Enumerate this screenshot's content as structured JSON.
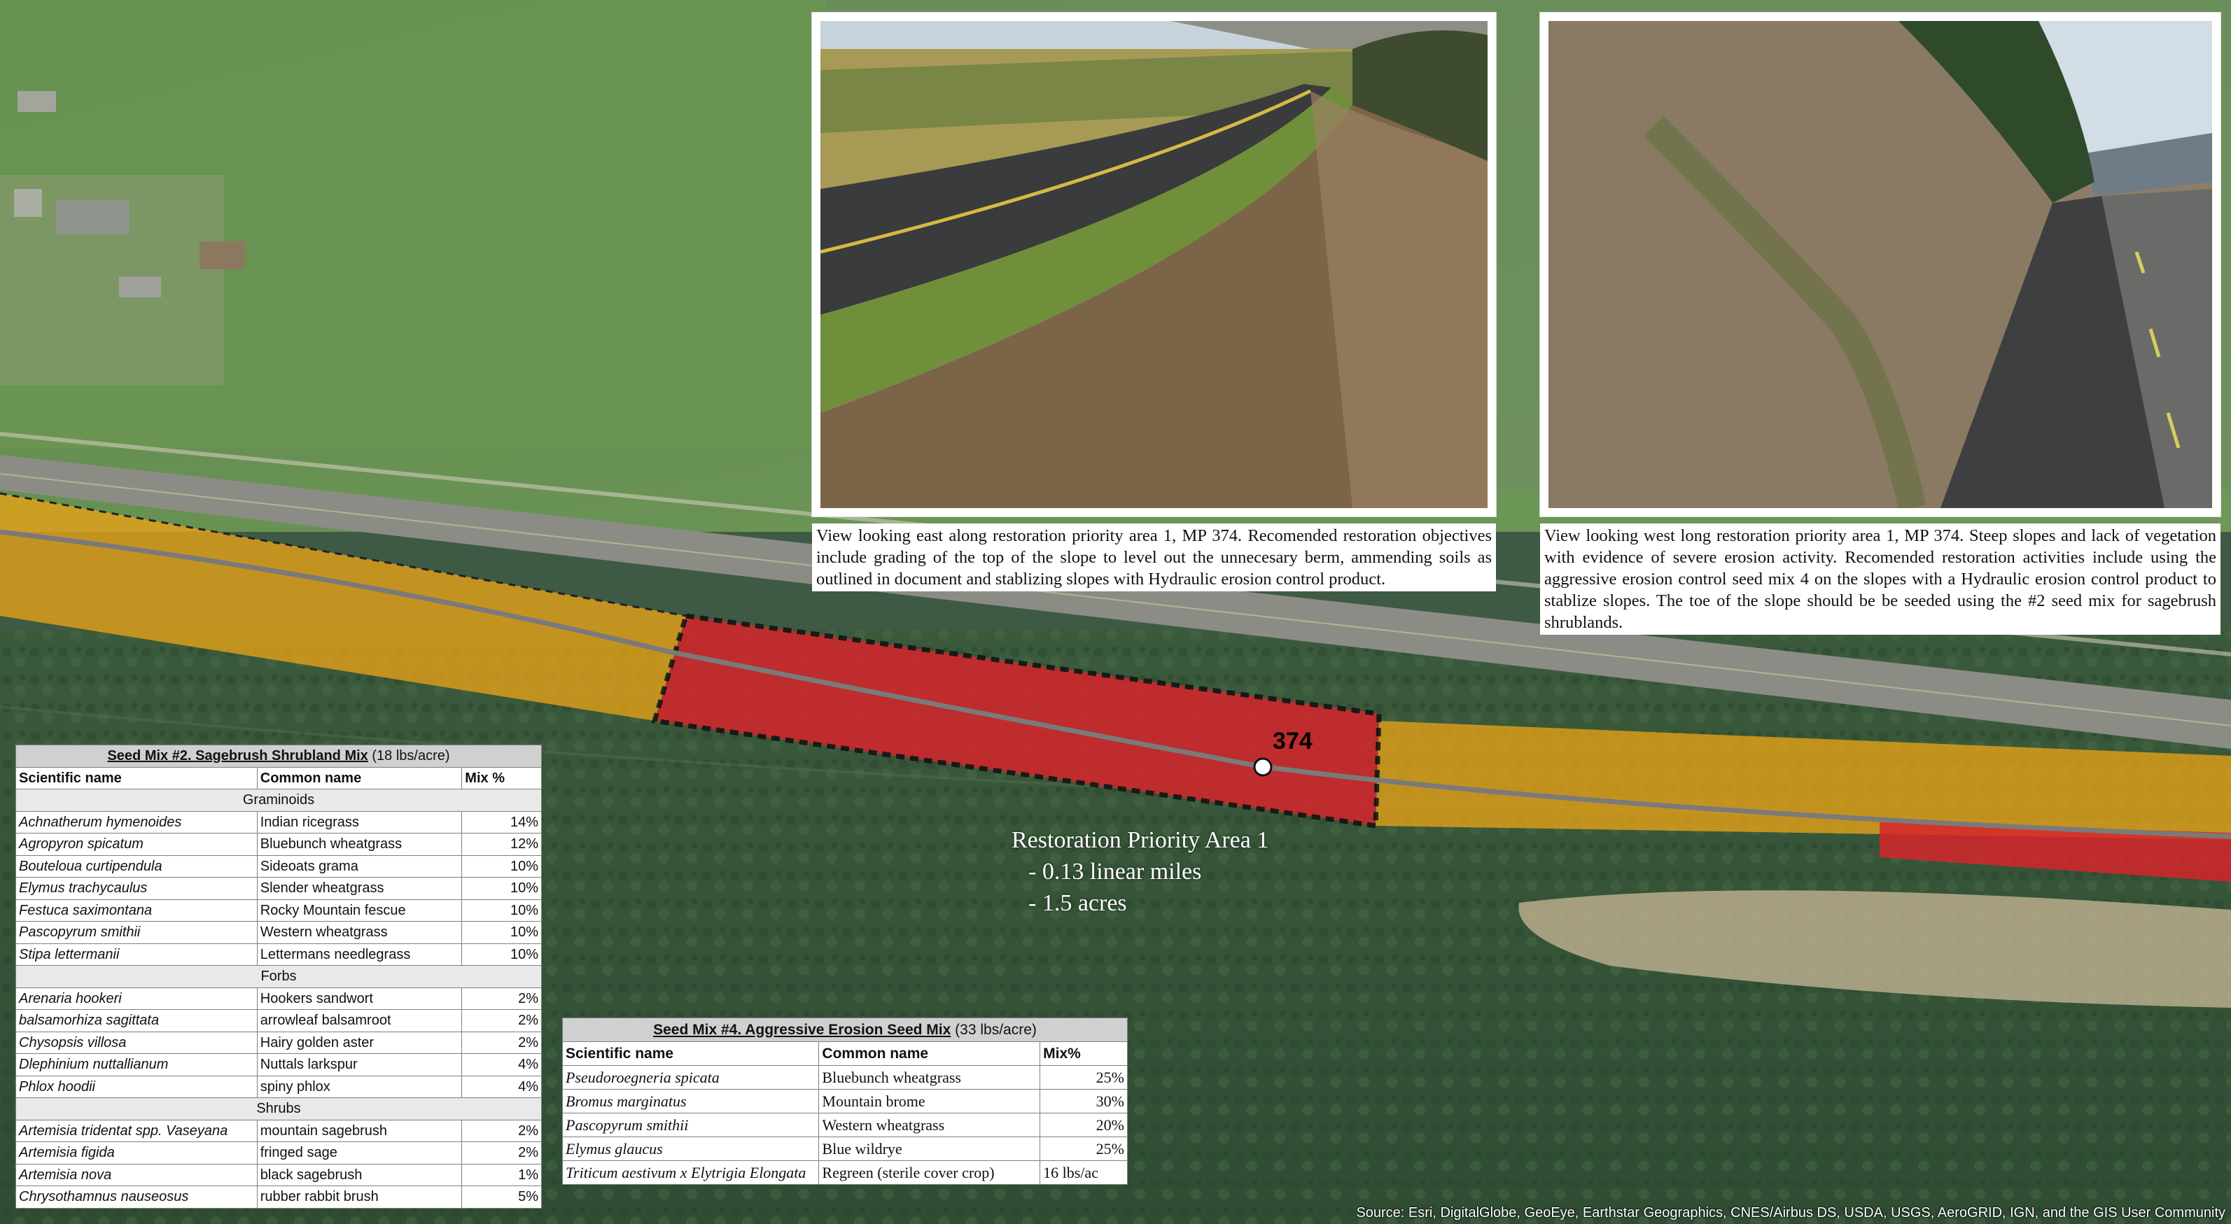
{
  "photos": [
    {
      "caption": "View looking east along restoration priority area 1, MP 374. Recomended restoration objectives include grading of the top of the slope to level out the unnecesary berm, ammending soils as outlined in document and stablizing slopes with Hydraulic erosion control product."
    },
    {
      "caption": "View looking west long restoration priority area 1, MP 374. Steep slopes and lack of vegetation with evidence of severe erosion activity. Recomended restoration activities include using the aggressive erosion control seed mix 4 on the slopes with a Hydraulic erosion control product to stablize slopes. The toe of the slope should be be seeded using the #2 seed mix for sagebrush shrublands."
    }
  ],
  "map": {
    "milepost_label": "374",
    "area_title": "Restoration Priority Area 1",
    "area_lines": [
      "- 0.13 linear miles",
      "- 1.5 acres"
    ],
    "source": "Source: Esri, DigitalGlobe, GeoEye, Earthstar Geographics, CNES/Airbus DS, USDA, USGS, AeroGRID, IGN, and the GIS User Community",
    "colors": {
      "priority_high": "#d6252b",
      "priority_zone": "#e8a317",
      "route_line": "#7a7a7a"
    }
  },
  "seed_mix_2": {
    "title": "Seed Mix #2. Sagebrush Shrubland Mix",
    "rate": "(18 lbs/acre)",
    "headers": [
      "Scientific name",
      "Common name",
      "Mix %"
    ],
    "groups": [
      {
        "name": "Graminoids",
        "rows": [
          [
            "Achnatherum hymenoides",
            "Indian ricegrass",
            "14%"
          ],
          [
            "Agropyron spicatum",
            "Bluebunch wheatgrass",
            "12%"
          ],
          [
            "Bouteloua curtipendula",
            "Sideoats grama",
            "10%"
          ],
          [
            "Elymus trachycaulus",
            "Slender wheatgrass",
            "10%"
          ],
          [
            "Festuca saximontana",
            "Rocky Mountain fescue",
            "10%"
          ],
          [
            "Pascopyrum smithii",
            "Western wheatgrass",
            "10%"
          ],
          [
            "Stipa lettermanii",
            "Lettermans needlegrass",
            "10%"
          ]
        ]
      },
      {
        "name": "Forbs",
        "rows": [
          [
            "Arenaria hookeri",
            "Hookers sandwort",
            "2%"
          ],
          [
            "balsamorhiza sagittata",
            "arrowleaf balsamroot",
            "2%"
          ],
          [
            "Chysopsis villosa",
            "Hairy golden aster",
            "2%"
          ],
          [
            "Dlephinium nuttallianum",
            "Nuttals larkspur",
            "4%"
          ],
          [
            "Phlox hoodii",
            "spiny phlox",
            "4%"
          ]
        ]
      },
      {
        "name": "Shrubs",
        "rows": [
          [
            "Artemisia tridentat spp. Vaseyana",
            "mountain sagebrush",
            "2%"
          ],
          [
            "Artemisia figida",
            "fringed sage",
            "2%"
          ],
          [
            "Artemisia nova",
            "black sagebrush",
            "1%"
          ],
          [
            "Chrysothamnus nauseosus",
            "rubber rabbit brush",
            "5%"
          ]
        ]
      }
    ]
  },
  "seed_mix_4": {
    "title": "Seed Mix #4. Aggressive Erosion Seed Mix",
    "rate": "(33 lbs/acre)",
    "headers": [
      "Scientific name",
      "Common name",
      "Mix%"
    ],
    "rows": [
      [
        "Pseudoroegneria spicata",
        "Bluebunch wheatgrass",
        "25%"
      ],
      [
        "Bromus marginatus",
        "Mountain brome",
        "30%"
      ],
      [
        "Pascopyrum smithii",
        "Western wheatgrass",
        "20%"
      ],
      [
        "Elymus glaucus",
        "Blue wildrye",
        "25%"
      ],
      [
        "Triticum aestivum x Elytrigia Elongata",
        "Regreen (sterile cover crop)",
        "16 lbs/ac"
      ]
    ]
  }
}
